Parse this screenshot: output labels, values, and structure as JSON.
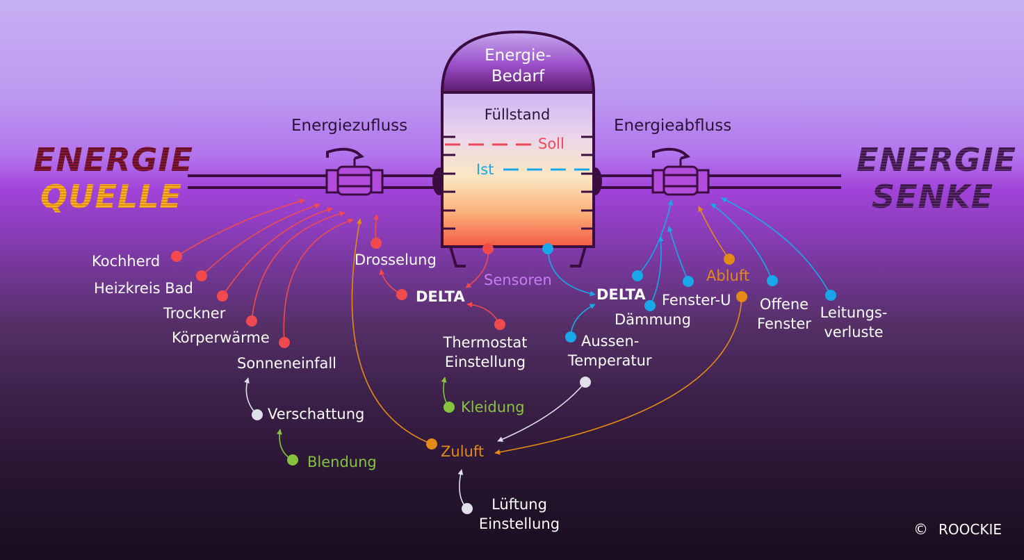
{
  "colors": {
    "red": "#f04a4f",
    "orange": "#e48a16",
    "blue": "#1aa7ea",
    "green": "#86c440",
    "white": "#dfe0ea",
    "sensor": "#c77cf5",
    "pipe": "#3a0c3f"
  },
  "heading": {
    "source_line1": "ENERGIE",
    "source_line2": "QUELLE",
    "sink_line1": "ENERGIE",
    "sink_line2": "SENKE"
  },
  "tank": {
    "top_line1": "Energie-",
    "top_line2": "Bedarf",
    "level": "Füllstand",
    "soll": "Soll",
    "ist": "Ist"
  },
  "valves": {
    "inflow": "Energiezufluss",
    "outflow": "Energieabfluss"
  },
  "inflow_sources": {
    "kochherd": "Kochherd",
    "heizkreis": "Heizkreis Bad",
    "trockner": "Trockner",
    "koerper": "Körperwärme",
    "sonne": "Sonneneinfall",
    "verschattung": "Verschattung",
    "blendung": "Blendung"
  },
  "control": {
    "drosselung": "Drosselung",
    "sensoren": "Sensoren",
    "delta_left": "DELTA",
    "delta_right": "DELTA",
    "thermostat_line1": "Thermostat",
    "thermostat_line2": "Einstellung",
    "kleidung": "Kleidung"
  },
  "ventilation": {
    "zuluft": "Zuluft",
    "lueftung_line1": "Lüftung",
    "lueftung_line2": "Einstellung",
    "aussen_line1": "Aussen-",
    "aussen_line2": "Temperatur",
    "abluft": "Abluft"
  },
  "losses": {
    "daemmung": "Dämmung",
    "fenster_u": "Fenster-U",
    "offene_line1": "Offene",
    "offene_line2": "Fenster",
    "leitung_line1": "Leitungs-",
    "leitung_line2": "verluste"
  },
  "footer": {
    "copyright_symbol": "©",
    "credit": "ROOCKIE"
  }
}
